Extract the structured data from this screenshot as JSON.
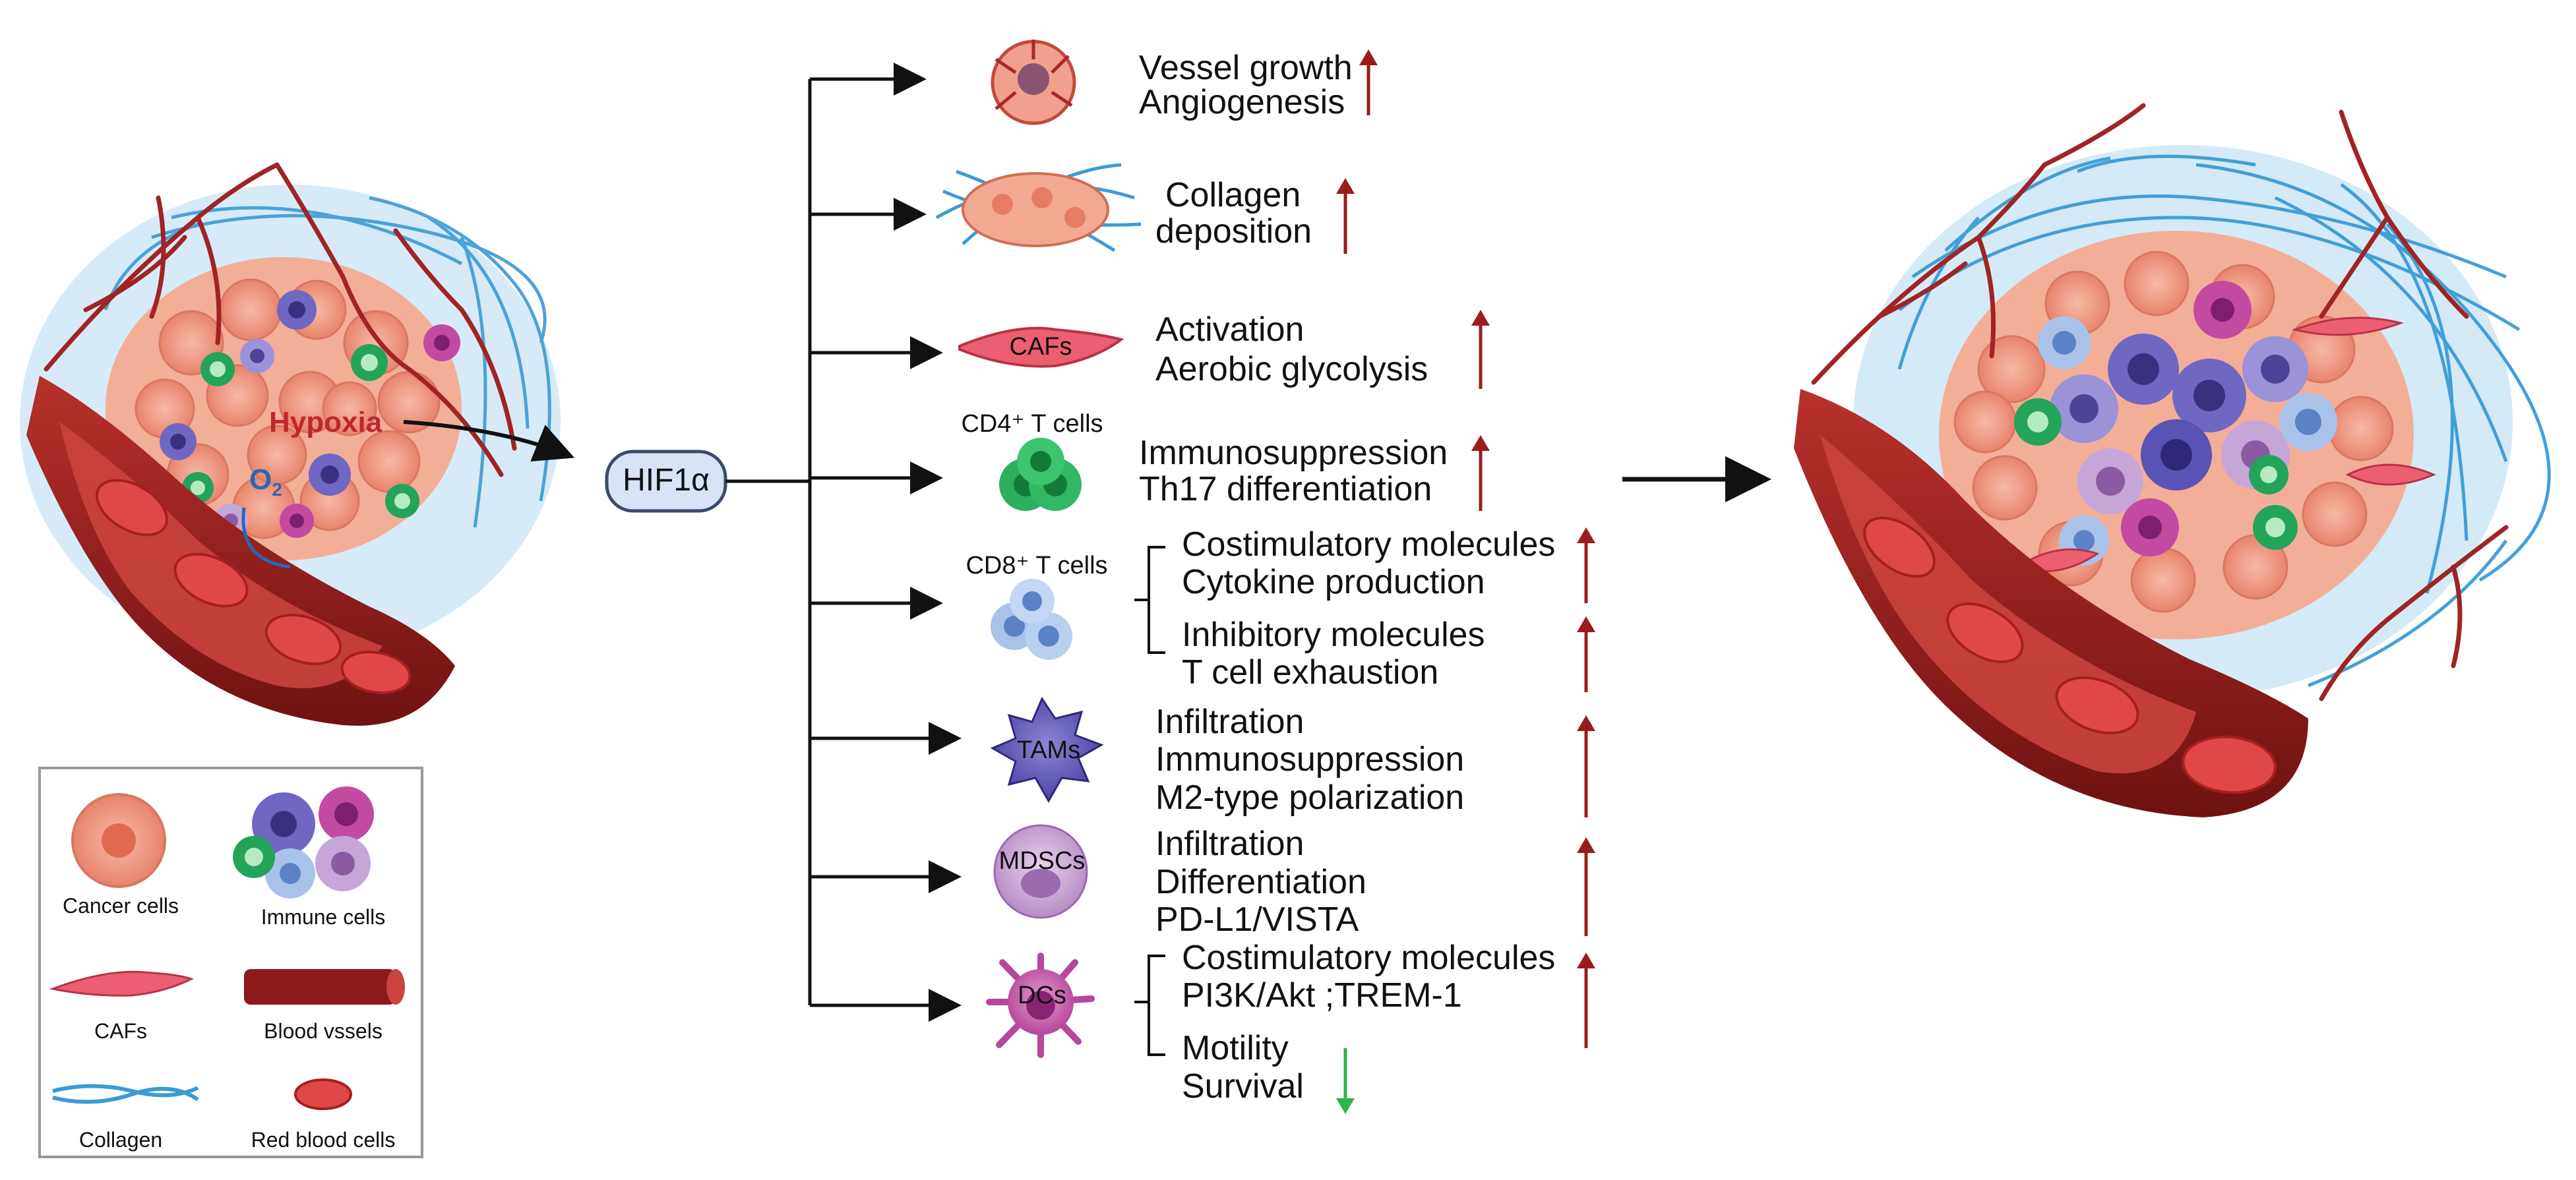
{
  "colors": {
    "up_arrow": "#9b1c1c",
    "down_arrow": "#2fb34a",
    "vessel": "#8b1a1a",
    "rbc": "#e04848",
    "cancer": "#f2a08a",
    "collagen": "#3b9bd6",
    "hif_box": "#d8e4f5",
    "hypoxia_text": "#c0262d"
  },
  "left_tumor": {
    "hypoxia": "Hypoxia",
    "o2": "O",
    "o2_sub": "2"
  },
  "hif": {
    "label": "HIF1α"
  },
  "effects": [
    {
      "cell_label": "",
      "lines": [
        "Vessel growth",
        "Angiogenesis"
      ],
      "dir": "up"
    },
    {
      "cell_label": "",
      "lines": [
        "Collagen",
        "deposition"
      ],
      "dir": "up"
    },
    {
      "cell_label": "CAFs",
      "lines": [
        "Activation",
        "Aerobic glycolysis"
      ],
      "dir": "up"
    },
    {
      "cell_label": "CD4⁺ T cells",
      "lines": [
        "Immunosuppression",
        "Th17 differentiation"
      ],
      "dir": "up"
    },
    {
      "cell_label": "CD8⁺ T cells",
      "groups": [
        {
          "lines": [
            "Costimulatory molecules",
            "Cytokine production"
          ],
          "dir": "up"
        },
        {
          "lines": [
            "Inhibitory molecules",
            "T cell exhaustion"
          ],
          "dir": "up"
        }
      ]
    },
    {
      "cell_label": "TAMs",
      "lines": [
        "Infiltration",
        "Immunosuppression",
        "M2-type polarization"
      ],
      "dir": "up"
    },
    {
      "cell_label": "MDSCs",
      "lines": [
        "Infiltration",
        "Differentiation",
        "PD-L1/VISTA"
      ],
      "dir": "up"
    },
    {
      "cell_label": "DCs",
      "groups": [
        {
          "lines": [
            "Costimulatory molecules",
            "PI3K/Akt ;TREM-1"
          ],
          "dir": "up"
        },
        {
          "lines": [
            "Motility",
            "Survival"
          ],
          "dir": "down"
        }
      ]
    }
  ],
  "legend": [
    {
      "label": "Cancer cells",
      "icon": "cancer-cell-icon"
    },
    {
      "label": "Immune cells",
      "icon": "immune-cells-icon"
    },
    {
      "label": "CAFs",
      "icon": "caf-icon"
    },
    {
      "label": "Blood vssels",
      "icon": "blood-vessel-icon"
    },
    {
      "label": "Collagen",
      "icon": "collagen-icon"
    },
    {
      "label": "Red blood cells",
      "icon": "red-blood-cell-icon"
    }
  ]
}
